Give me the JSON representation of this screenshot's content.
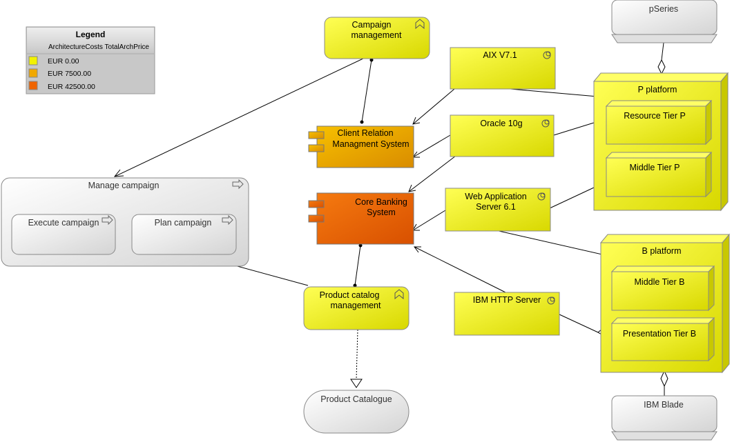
{
  "legend": {
    "title": "Legend",
    "subtitle": "ArchitectureCosts TotalArchPrice",
    "items": [
      {
        "label": "EUR 0.00",
        "color": "#f2f200"
      },
      {
        "label": "EUR 7500.00",
        "color": "#f0a800"
      },
      {
        "label": "EUR 42500.00",
        "color": "#f06400"
      }
    ]
  },
  "colors": {
    "yellow": "#f2f200",
    "orange_light": "#f0a800",
    "orange_dark": "#f06400",
    "grey": "#e6e6e6"
  },
  "business_processes": {
    "campaign_management": [
      "Campaign",
      "management"
    ],
    "product_catalog_management": [
      "Product catalog",
      "management"
    ]
  },
  "manage_campaign": {
    "title": "Manage campaign",
    "execute": "Execute campaign",
    "plan": "Plan campaign"
  },
  "applications": {
    "crm": [
      "Client Relation",
      "Managment System"
    ],
    "core_banking": [
      "Core Banking",
      "System"
    ]
  },
  "system_software": {
    "aix": "AIX V7.1",
    "oracle": "Oracle 10g",
    "was": [
      "Web Application",
      "Server 6.1"
    ],
    "ihs": "IBM HTTP Server"
  },
  "platforms": {
    "p_platform": "P platform",
    "resource_tier_p": "Resource Tier P",
    "middle_tier_p": "Middle Tier P",
    "b_platform": "B platform",
    "middle_tier_b": "Middle Tier B",
    "presentation_tier_b": "Presentation Tier B"
  },
  "devices": {
    "pseries": "pSeries",
    "ibm_blade": "IBM Blade"
  },
  "data_object": {
    "product_catalogue": "Product Catalogue"
  }
}
